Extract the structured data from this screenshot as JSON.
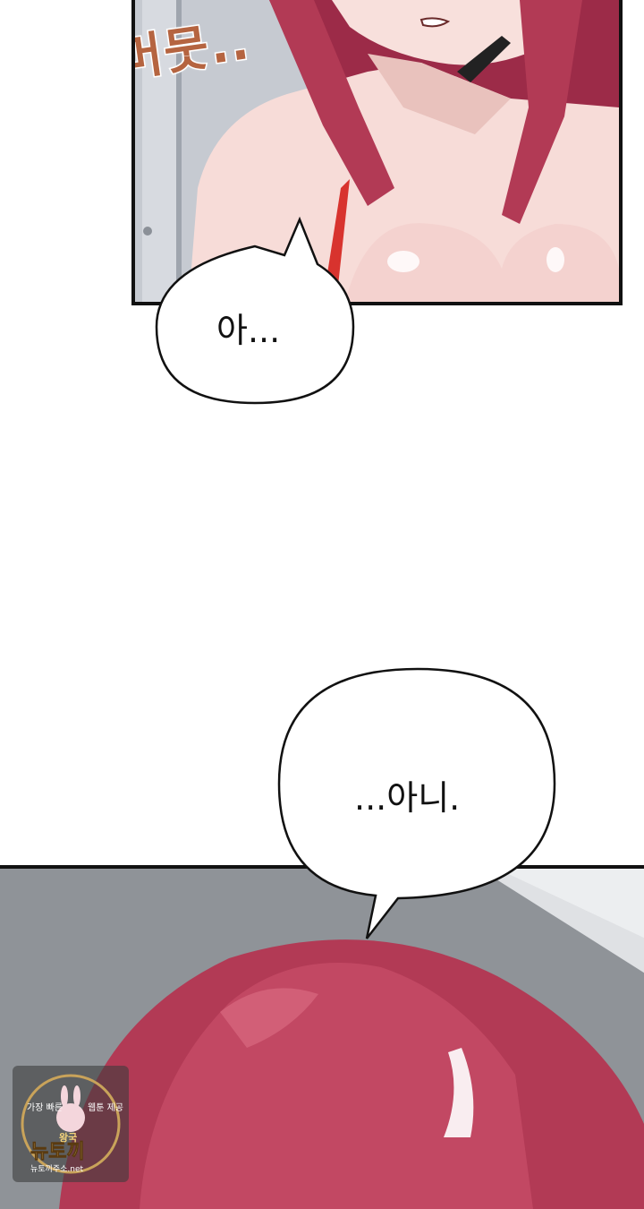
{
  "panels": {
    "top": {
      "sfx": "머뭇.."
    },
    "bottom": {}
  },
  "bubbles": [
    {
      "text": "아..."
    },
    {
      "text": "...아니."
    }
  ],
  "watermark": {
    "top_left": "가장 빠른",
    "top_right": "웹툰 제공",
    "crown": "왕국",
    "brand": "뉴토끼",
    "url": "뉴토끼주소.net"
  },
  "colors": {
    "hair": "#b23a55",
    "skin": "#f6dcd8",
    "swimsuit": "#d8332e",
    "sfx": "#b56440",
    "wall": "#b9bec6",
    "floor": "#8f9398"
  }
}
